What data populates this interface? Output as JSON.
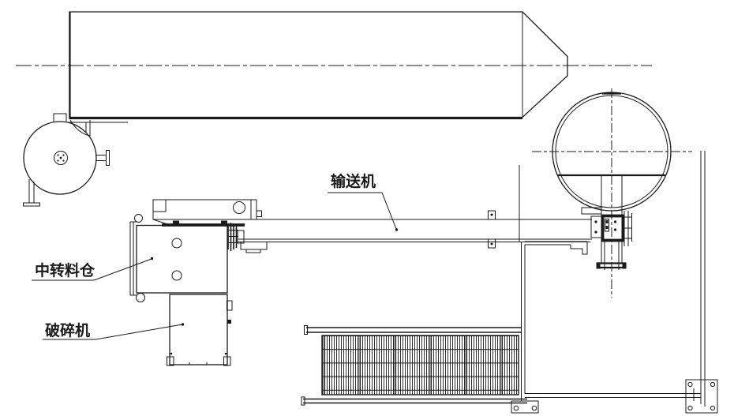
{
  "drawing_title": "equipment-layout-engineering-drawing",
  "labels": {
    "conveyor": "输送机",
    "hopper": "中转料仓",
    "crusher": "破碎机"
  },
  "colors": {
    "line": "#1a1a1a",
    "background": "#ffffff",
    "grate-band": "#999999"
  }
}
